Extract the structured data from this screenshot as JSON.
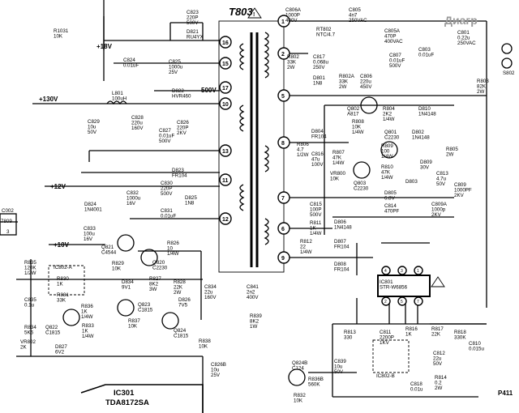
{
  "transformer": {
    "label": "T803",
    "pins": [
      "16",
      "15",
      "17",
      "10",
      "13",
      "11",
      "12",
      "1",
      "2",
      "5",
      "8",
      "7",
      "6",
      "9"
    ]
  },
  "rails": {
    "v18": "+18V",
    "v130": "+130V",
    "v12": "+12V",
    "v10": "+10V",
    "v500": "500V"
  },
  "components": [
    {
      "ref": "R1031",
      "val": "10K"
    },
    {
      "ref": "C823",
      "val": "220P\n500V"
    },
    {
      "ref": "D821",
      "val": "RU4YX"
    },
    {
      "ref": "C824",
      "val": "0.01uF"
    },
    {
      "ref": "C825",
      "val": "1000u\n25V"
    },
    {
      "ref": "D822",
      "val": "HVR460"
    },
    {
      "ref": "L801",
      "val": "100uH"
    },
    {
      "ref": "C826",
      "val": "220P\n2KV"
    },
    {
      "ref": "C829",
      "val": "10u\n50V"
    },
    {
      "ref": "C828",
      "val": "220u\n160V"
    },
    {
      "ref": "C827",
      "val": "0.01uF\n500V"
    },
    {
      "ref": "D823",
      "val": "FR104"
    },
    {
      "ref": "C832",
      "val": "1000u\n16V"
    },
    {
      "ref": "C830",
      "val": "220P\n500V"
    },
    {
      "ref": "D825",
      "val": "1N8"
    },
    {
      "ref": "C831",
      "val": "0.01uF"
    },
    {
      "ref": "D824",
      "val": "1N4001"
    },
    {
      "ref": "C833",
      "val": "100u\n16V"
    },
    {
      "ref": "Q821",
      "val": "C4544"
    },
    {
      "ref": "R826",
      "val": "10\n1/4W"
    },
    {
      "ref": "R829",
      "val": "10K"
    },
    {
      "ref": "Q820",
      "val": "C2230"
    },
    {
      "ref": "R835",
      "val": "120K\n1/2W"
    },
    {
      "ref": "IC802-A",
      "val": ""
    },
    {
      "ref": "R830",
      "val": "1K"
    },
    {
      "ref": "R831",
      "val": "33K"
    },
    {
      "ref": "D834",
      "val": "9V1"
    },
    {
      "ref": "R827",
      "val": "8K2\n3W"
    },
    {
      "ref": "R828",
      "val": "22K\n2W"
    },
    {
      "ref": "C834",
      "val": "22u\n160V"
    },
    {
      "ref": "C835",
      "val": "0.1u"
    },
    {
      "ref": "R836",
      "val": "1K\n1/4W"
    },
    {
      "ref": "Q823",
      "val": "C1815"
    },
    {
      "ref": "D826",
      "val": "7V5"
    },
    {
      "ref": "R834",
      "val": "5K6"
    },
    {
      "ref": "Q822",
      "val": "C1815"
    },
    {
      "ref": "R833",
      "val": "1K\n1/4W"
    },
    {
      "ref": "R837",
      "val": "10K"
    },
    {
      "ref": "Q824",
      "val": "C1815"
    },
    {
      "ref": "VR802",
      "val": "2K"
    },
    {
      "ref": "D827",
      "val": "6V2"
    },
    {
      "ref": "R838",
      "val": "10K"
    },
    {
      "ref": "R839",
      "val": "8K2\n1W"
    },
    {
      "ref": "C841",
      "val": "2n2\n400V"
    },
    {
      "ref": "C806A",
      "val": "1000P\n400V"
    },
    {
      "ref": "C805",
      "val": "4n7\n250VAC"
    },
    {
      "ref": "RT802",
      "val": "NTC/4.7"
    },
    {
      "ref": "C805A",
      "val": "470P\n400VAC"
    },
    {
      "ref": "R802",
      "val": "33K\n2W"
    },
    {
      "ref": "C817",
      "val": "0.068u\n250V"
    },
    {
      "ref": "C807",
      "val": "0.01uF\n500V"
    },
    {
      "ref": "C801",
      "val": "0.22u\n250VAC"
    },
    {
      "ref": "C803",
      "val": "0.01uF"
    },
    {
      "ref": "C806",
      "val": "220u\n450V"
    },
    {
      "ref": "R802A",
      "val": "33K\n2W"
    },
    {
      "ref": "D801",
      "val": "1N8"
    },
    {
      "ref": "R803",
      "val": "82K\n2W"
    },
    {
      "ref": "Q802",
      "val": "A817"
    },
    {
      "ref": "R804",
      "val": "2K2\n1/4W"
    },
    {
      "ref": "D810",
      "val": "1N4148"
    },
    {
      "ref": "D804",
      "val": "FR104"
    },
    {
      "ref": "Q801",
      "val": "C2230"
    },
    {
      "ref": "D802",
      "val": "1N4148"
    },
    {
      "ref": "R808",
      "val": "10K\n1/4W"
    },
    {
      "ref": "R806",
      "val": "4.7\n1/2W"
    },
    {
      "ref": "C816",
      "val": "47u\n100V"
    },
    {
      "ref": "R807",
      "val": "47K\n1/4W"
    },
    {
      "ref": "R809",
      "val": "100\n1/4W"
    },
    {
      "ref": "R810",
      "val": "47K\n1/4W"
    },
    {
      "ref": "D809",
      "val": "30V"
    },
    {
      "ref": "VR800",
      "val": "10K"
    },
    {
      "ref": "Q803",
      "val": "C2230"
    },
    {
      "ref": "D805",
      "val": "6.8V"
    },
    {
      "ref": "D803",
      "val": ""
    },
    {
      "ref": "R805",
      "val": "2W"
    },
    {
      "ref": "C813",
      "val": "4.7u\n50V"
    },
    {
      "ref": "C809",
      "val": "1000PF\n2KV"
    },
    {
      "ref": "C815",
      "val": "100P\n500V"
    },
    {
      "ref": "C814",
      "val": "470PF"
    },
    {
      "ref": "C809A",
      "val": "1000p\n2KV"
    },
    {
      "ref": "R811",
      "val": "1K\n1/4W"
    },
    {
      "ref": "D806",
      "val": "1N4148"
    },
    {
      "ref": "R812",
      "val": "22\n1/4W"
    },
    {
      "ref": "D807",
      "val": "FR104"
    },
    {
      "ref": "D808",
      "val": "FR104"
    },
    {
      "ref": "IC801",
      "val": "STR-W6856"
    },
    {
      "ref": "R813",
      "val": "330"
    },
    {
      "ref": "C811",
      "val": "2200P\n1KV"
    },
    {
      "ref": "R816",
      "val": "1K"
    },
    {
      "ref": "R817",
      "val": "22K"
    },
    {
      "ref": "R818",
      "val": "330K"
    },
    {
      "ref": "C810",
      "val": "0.015u"
    },
    {
      "ref": "C812",
      "val": "22u\n50V"
    },
    {
      "ref": "R814",
      "val": "0.2\n2W"
    },
    {
      "ref": "C818",
      "val": "0.01u"
    },
    {
      "ref": "IC802-B",
      "val": ""
    },
    {
      "ref": "C826B",
      "val": "10u\n25V"
    },
    {
      "ref": "Q824B",
      "val": "C124"
    },
    {
      "ref": "R832",
      "val": "10K"
    },
    {
      "ref": "R836B",
      "val": "560K"
    },
    {
      "ref": "C839",
      "val": "10u\n50V"
    }
  ],
  "ic": {
    "title": "IC301",
    "part": "TDA8172SA"
  },
  "connector": {
    "ref": "C002",
    "val": "7809",
    "pin": "3"
  },
  "corner": {
    "page": "P411",
    "site": "Диагр",
    "fuse": "S802"
  }
}
